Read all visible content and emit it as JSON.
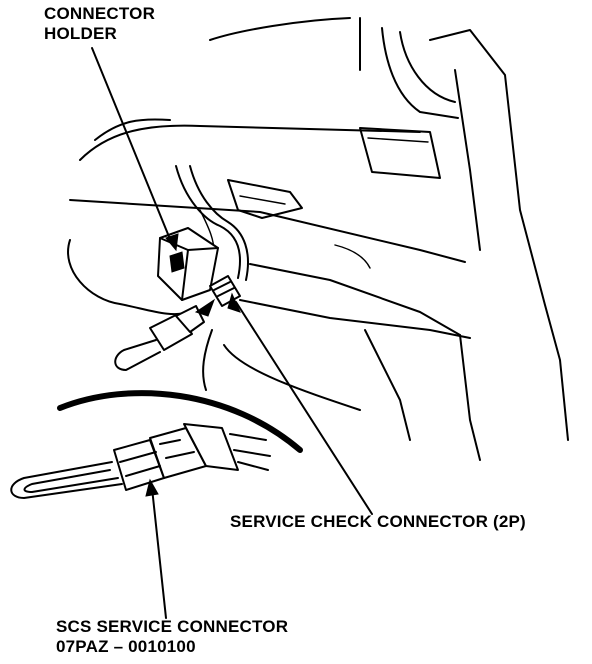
{
  "labels": {
    "connector_holder": [
      "CONNECTOR",
      "HOLDER"
    ],
    "service_check_connector": "SERVICE CHECK CONNECTOR (2P)",
    "scs_service_connector": [
      "SCS SERVICE CONNECTOR",
      "07PAZ – 0010100"
    ]
  }
}
